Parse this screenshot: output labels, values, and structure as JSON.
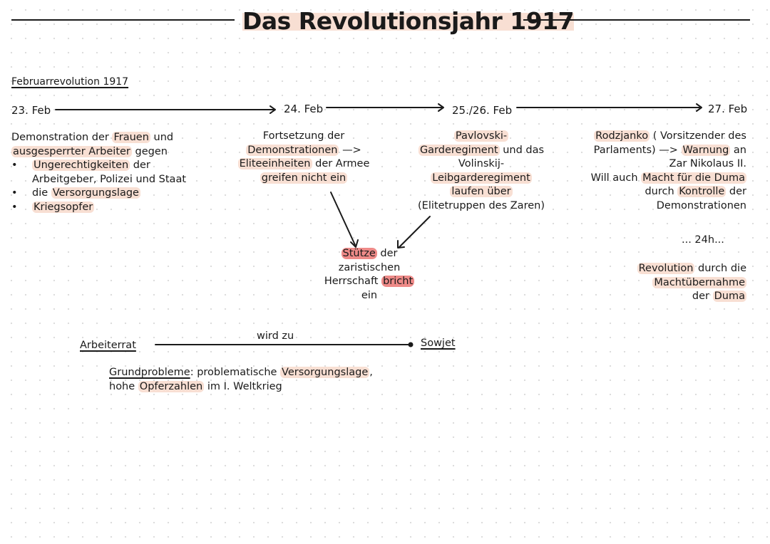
{
  "title": "Das Revolutionsjahr 1917",
  "section": "Februarrevolution 1917",
  "timeline": {
    "dates": [
      "23. Feb",
      "24. Feb",
      "25./26. Feb",
      "27. Feb"
    ]
  },
  "feb23": {
    "l1_a": "Demonstration der ",
    "l1_b": "Frauen",
    "l1_c": " und",
    "l2_a": "ausgesperrter Arbeiter",
    "l2_b": " gegen",
    "b1_a": "Ungerechtigkeiten",
    "b1_b": " der",
    "b1_c": "Arbeitgeber, Polizei und Staat",
    "b2_a": "die ",
    "b2_b": "Versorgungslage",
    "b3": "Kriegsopfer"
  },
  "feb24": {
    "l1": "Fortsetzung der",
    "l2_a": "Demonstrationen",
    "l2_b": " —>",
    "l3_a": "Eliteeinheiten",
    "l3_b": " der Armee",
    "l4": "greifen nicht ein"
  },
  "feb25": {
    "l1": "Pavlovski-",
    "l2_a": "Garderegiment",
    "l2_b": " und das",
    "l3": "Volinskij-",
    "l4": "Leibgarderegiment",
    "l5": "laufen über",
    "l6": "(Elitetruppen des Zaren)"
  },
  "feb27": {
    "l1_a": "Rodzjanko",
    "l1_b": " ( Vorsitzender des",
    "l2_a": "Parlaments) —> ",
    "l2_b": "Warnung",
    "l2_c": " an",
    "l3": "Zar Nikolaus II.",
    "l4_a": "Will auch ",
    "l4_b": "Macht für die Duma",
    "l5_a": "durch ",
    "l5_b": "Kontrolle",
    "l5_c": " der",
    "l6": "Demonstrationen",
    "time": "... 24h...",
    "r1_a": "Revolution",
    "r1_b": " durch die",
    "r2": "Machtübernahme",
    "r3_a": "der ",
    "r3_b": "Duma"
  },
  "result": {
    "l1_a": "Stütze",
    "l1_b": " der",
    "l2": "zaristischen",
    "l3_a": "Herrschaft ",
    "l3_b": "bricht",
    "l4": "ein"
  },
  "council": {
    "from": "Arbeiterrat",
    "label": "wird zu",
    "to": "Sowjet"
  },
  "problems": {
    "label": "Grundprobleme",
    "l1_a": ": problematische ",
    "l1_b": "Versorgungslage",
    "l1_c": ",",
    "l2_a": "hohe ",
    "l2_b": "Opferzahlen",
    "l2_c": " im I. Weltkrieg"
  },
  "colors": {
    "highlight": "#f8dfd3",
    "highlight_strong": "#ee8a88",
    "ink": "#1a1a1a"
  }
}
